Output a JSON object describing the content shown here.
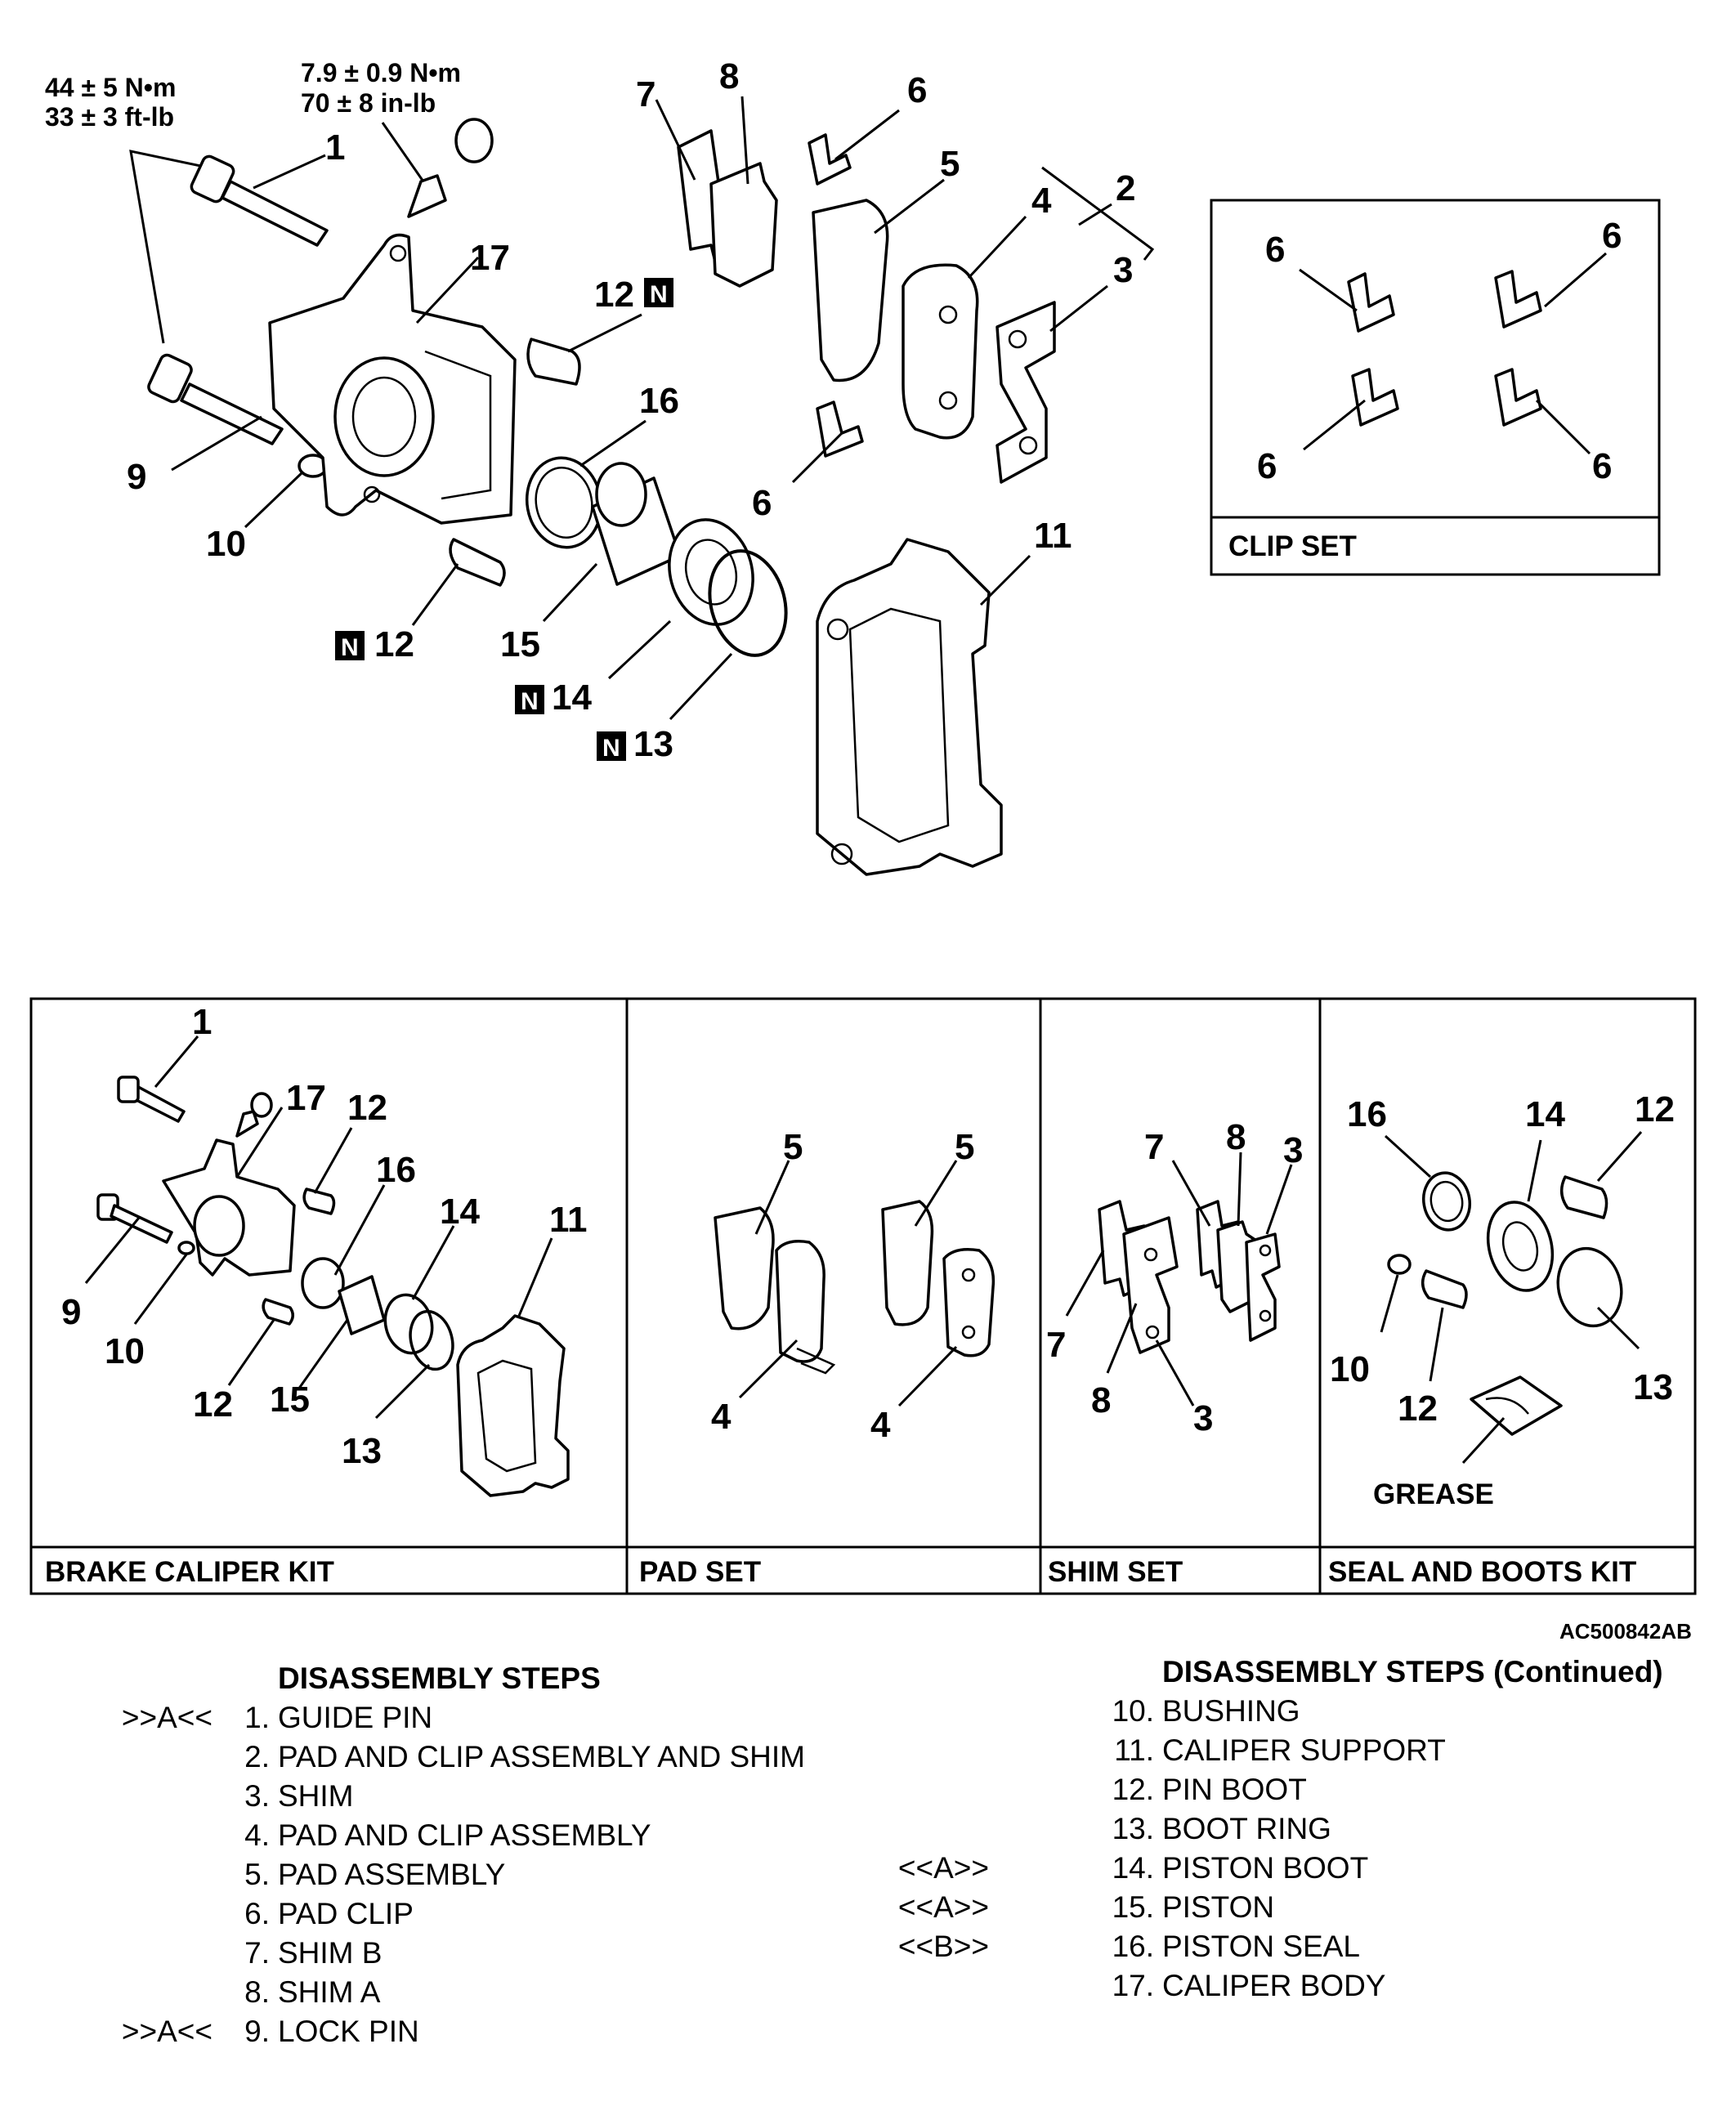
{
  "torque": {
    "guide_pin_nm": "44 ± 5 N•m",
    "guide_pin_ftlb": "33 ± 3 ft-lb",
    "bleeder_nm": "7.9 ± 0.9 N•m",
    "bleeder_inlb": "70 ± 8 in-lb"
  },
  "new_part_mark": "N",
  "callouts": {
    "c1": "1",
    "c2": "2",
    "c3": "3",
    "c4": "4",
    "c5": "5",
    "c6": "6",
    "c7": "7",
    "c8": "8",
    "c9": "9",
    "c10": "10",
    "c11": "11",
    "c12": "12",
    "c13": "13",
    "c14": "14",
    "c15": "15",
    "c16": "16",
    "c17": "17"
  },
  "kits": {
    "clip_set": "CLIP SET",
    "brake_caliper_kit": "BRAKE CALIPER KIT",
    "pad_set": "PAD SET",
    "shim_set": "SHIM SET",
    "seal_boots_kit": "SEAL AND BOOTS KIT",
    "grease": "GREASE"
  },
  "figure_code": "AC500842AB",
  "left_steps": {
    "title": "DISASSEMBLY STEPS",
    "items": [
      {
        "mark": ">>A<<",
        "num": "1.",
        "name": "GUIDE PIN"
      },
      {
        "mark": "",
        "num": "2.",
        "name": "PAD AND CLIP ASSEMBLY AND SHIM"
      },
      {
        "mark": "",
        "num": "3.",
        "name": "SHIM"
      },
      {
        "mark": "",
        "num": "4.",
        "name": "PAD AND CLIP ASSEMBLY"
      },
      {
        "mark": "",
        "num": "5.",
        "name": "PAD ASSEMBLY"
      },
      {
        "mark": "",
        "num": "6.",
        "name": "PAD CLIP"
      },
      {
        "mark": "",
        "num": "7.",
        "name": "SHIM B"
      },
      {
        "mark": "",
        "num": "8.",
        "name": "SHIM A"
      },
      {
        "mark": ">>A<<",
        "num": "9.",
        "name": "LOCK PIN"
      }
    ]
  },
  "right_steps": {
    "title": "DISASSEMBLY STEPS (Continued)",
    "items": [
      {
        "mark": "",
        "num": "10.",
        "name": "BUSHING"
      },
      {
        "mark": "",
        "num": "11.",
        "name": "CALIPER SUPPORT"
      },
      {
        "mark": "",
        "num": "12.",
        "name": "PIN BOOT"
      },
      {
        "mark": "",
        "num": "13.",
        "name": "BOOT RING"
      },
      {
        "mark": "<<A>>",
        "num": "14.",
        "name": "PISTON BOOT"
      },
      {
        "mark": "<<A>>",
        "num": "15.",
        "name": "PISTON"
      },
      {
        "mark": "<<B>>",
        "num": "16.",
        "name": "PISTON SEAL"
      },
      {
        "mark": "",
        "num": "17.",
        "name": "CALIPER BODY"
      }
    ]
  }
}
